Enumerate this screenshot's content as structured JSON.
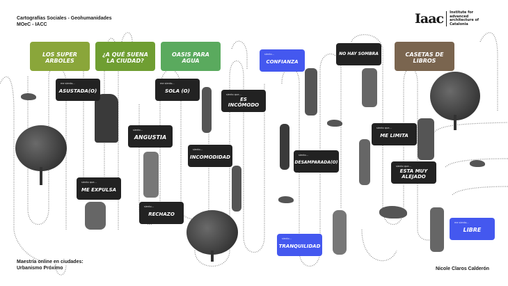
{
  "header": {
    "title_line1": "Cartografías  Sociales - Geohumanidades",
    "title_line2": "MOeC - IACC"
  },
  "logo": {
    "mark": "Iaac",
    "text": "Institute for advanced architecture of Catalonia"
  },
  "footer": {
    "program_line1": "Maestría online en ciudades:",
    "program_line2": "Urbanismo Próximo",
    "author": "Nicole Claros Calderón"
  },
  "colors": {
    "olive": "#8aa63a",
    "green": "#6f9e32",
    "light_green": "#5aaa5e",
    "blue": "#4458ef",
    "dark": "#222222",
    "brown": "#7a654f"
  },
  "cards": [
    {
      "pre": "",
      "label": "LOS SUPER ARBOLES"
    },
    {
      "pre": "",
      "label": "¿A QUÉ SUENA LA CIUDAD?"
    },
    {
      "pre": "",
      "label": "OASIS PARA AGUA"
    },
    {
      "pre": "siento...",
      "label": "CONFIANZA"
    },
    {
      "pre": "",
      "label": "NO HAY SOMBRA"
    },
    {
      "pre": "",
      "label": "CASETAS DE LIBROS"
    },
    {
      "pre": "me siento...",
      "label": "ASUSTADA(O)"
    },
    {
      "pre": "me siento...",
      "label": "SOLA (O)"
    },
    {
      "pre": "siento que...",
      "label": "ES INCÓMODO"
    },
    {
      "pre": "siento...",
      "label": "ANGUSTIA"
    },
    {
      "pre": "siento...",
      "label": "INCOMODIDAD"
    },
    {
      "pre": "siento que...",
      "label": "ME EXPULSA"
    },
    {
      "pre": "siento...",
      "label": "RECHAZO"
    },
    {
      "pre": "siento...",
      "label": "DESAMPARADA(O)"
    },
    {
      "pre": "siento que...",
      "label": "ME LIMITA"
    },
    {
      "pre": "siento que...",
      "label": "ESTA MUY ALEJADO"
    },
    {
      "pre": "siento...",
      "label": "TRANQUILIDAD"
    },
    {
      "pre": "me siento...",
      "label": "LIBRE"
    }
  ]
}
